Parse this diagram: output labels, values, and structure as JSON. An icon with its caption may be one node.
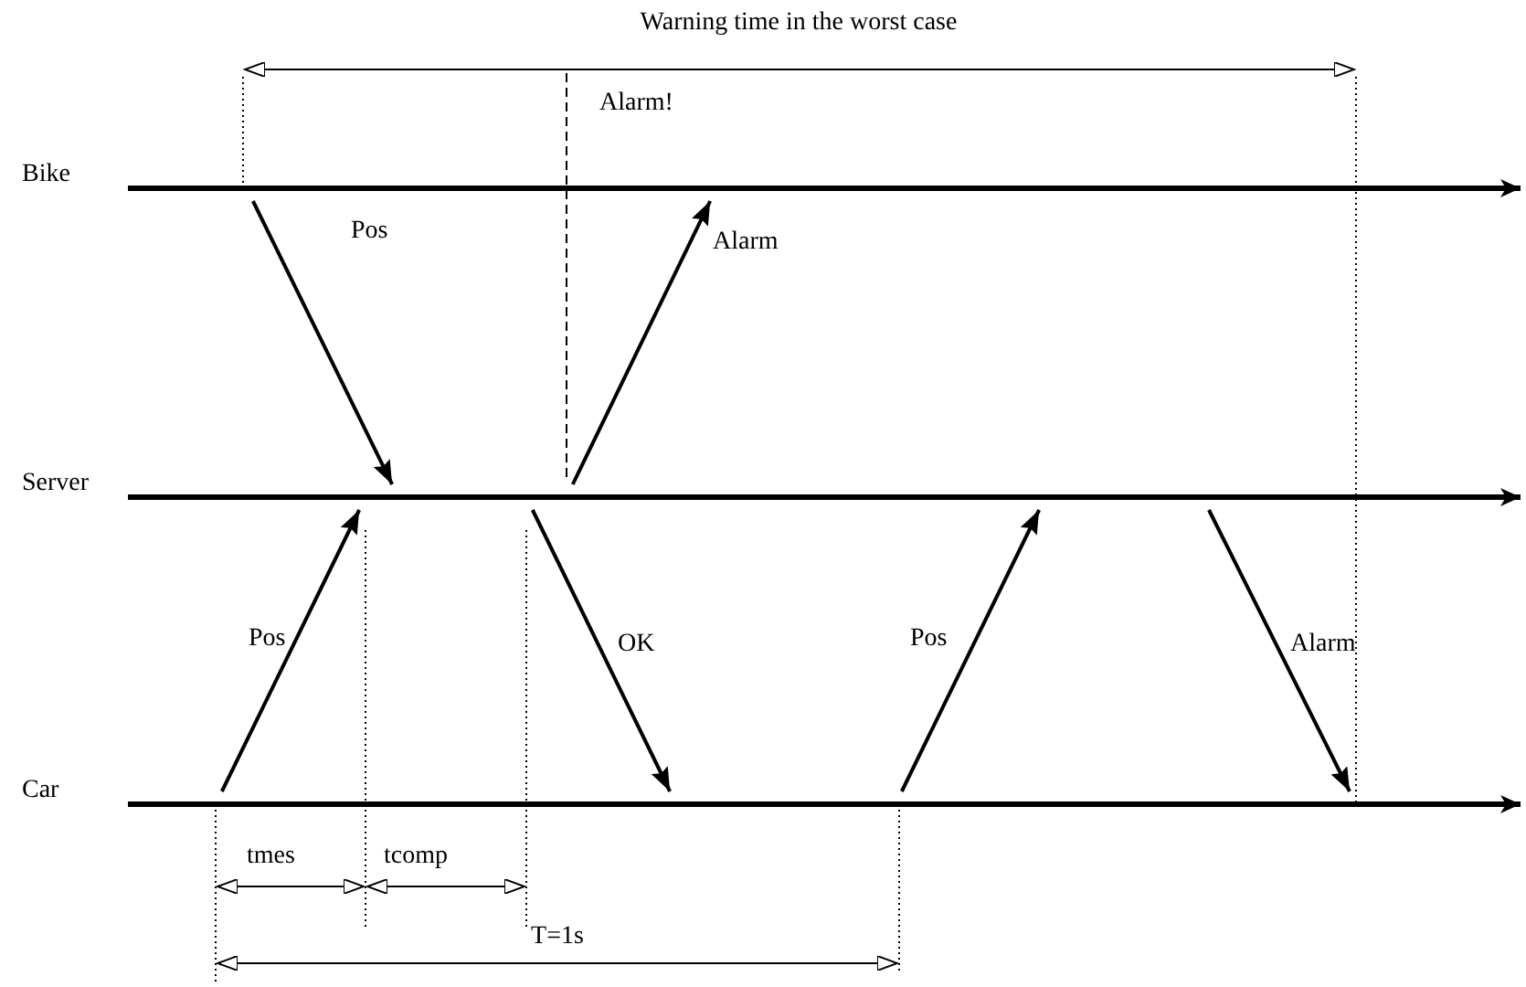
{
  "diagram": {
    "nodes": [
      {
        "text": [
          "Bike"
        ]
      },
      {
        "text": [
          "Server"
        ]
      },
      {
        "text": [
          "Car"
        ]
      }
    ],
    "edges": [
      {
        "from": 0,
        "to": 1,
        "arrow": "to",
        "label": "Pos"
      },
      {
        "from": 1,
        "to": 0,
        "arrow": "to",
        "label": "Alarm"
      },
      {
        "from": 2,
        "to": 1,
        "arrow": "to",
        "label": "Pos"
      },
      {
        "from": 1,
        "to": 2,
        "arrow": "to",
        "label": "OK"
      },
      {
        "from": 2,
        "to": 1,
        "arrow": "to",
        "label": "Pos"
      },
      {
        "from": 1,
        "to": 2,
        "arrow": "to",
        "label": "Alarm"
      }
    ],
    "labels": [
      "Warning time in the worst case",
      "Alarm!",
      "tmes",
      "tcomp",
      "T=1s"
    ]
  }
}
